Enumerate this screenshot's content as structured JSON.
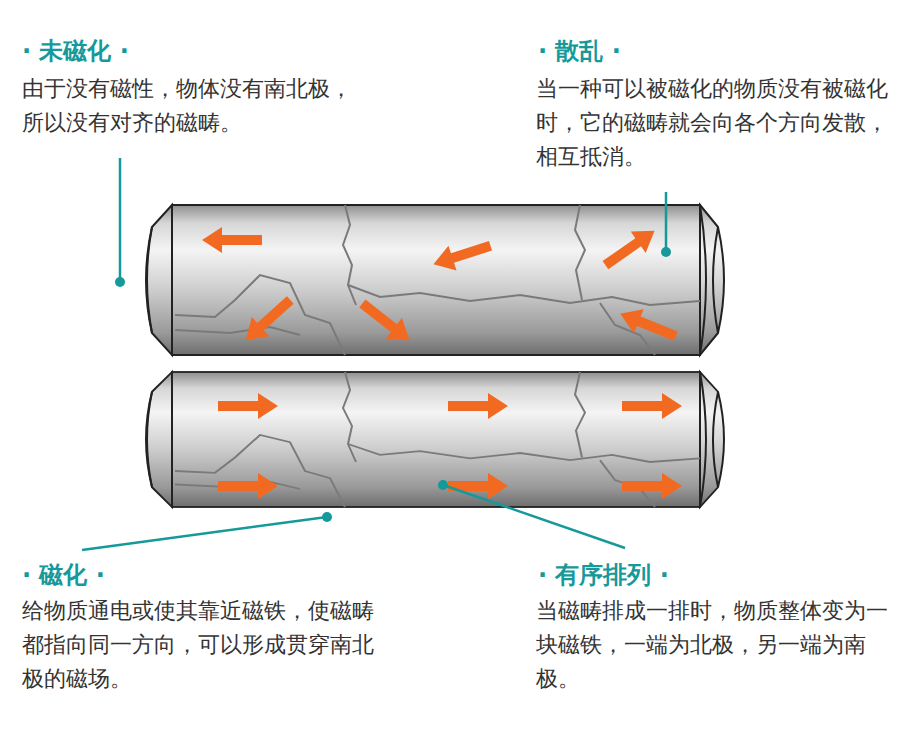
{
  "diagram": {
    "labels": [
      "· 未磁化 ·",
      "由于没有磁性，物体没有南北极，所以没有对齐的磁畴。",
      "· 散乱 ·",
      "当一种可以被磁化的物质没有被磁化时，它的磁畴就会向各个方向发散，相互抵消。",
      "· 磁化 ·",
      "给物质通电或使其靠近磁铁，使磁畴都指向同一方向，可以形成贯穿南北极的磁场。",
      "· 有序排列 ·",
      "当磁畴排成一排时，物质整体变为一块磁铁，一端为北极，另一端为南极。"
    ]
  }
}
